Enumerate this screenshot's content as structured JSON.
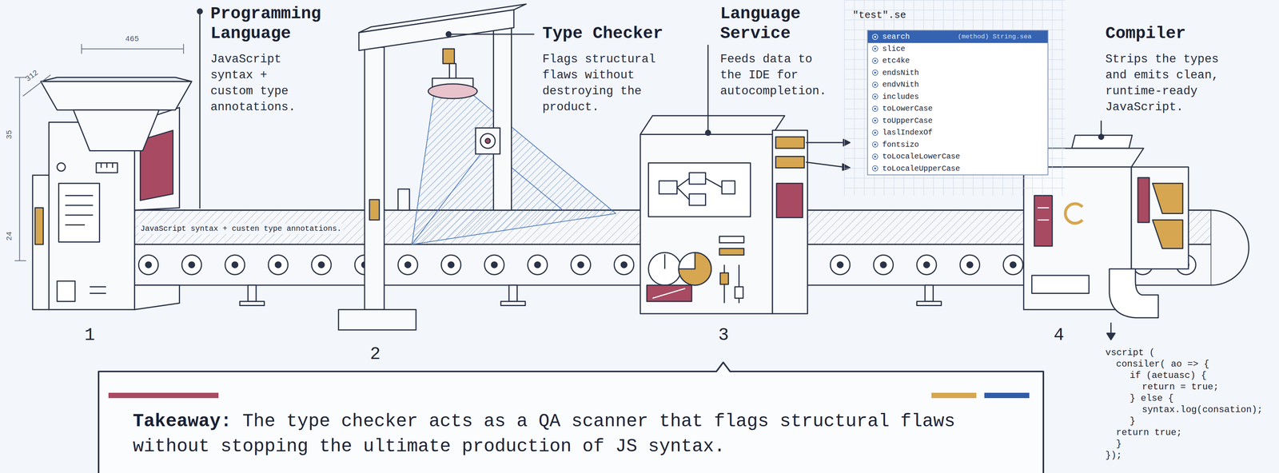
{
  "diagram": {
    "nodes": [
      {
        "text": [
          "Programming Language",
          "JavaScript syntax + custom type annotations."
        ]
      },
      {
        "text": [
          "Type Checker",
          "Flags structural flaws without destroying the product."
        ]
      },
      {
        "text": [
          "Language Service",
          "Feeds data to the IDE for autocompletion."
        ]
      },
      {
        "text": [
          "\"test\".se"
        ]
      },
      {
        "text": [
          "search",
          "(method) String.sea",
          "slice",
          "etc4ke",
          "endsNith",
          "endvNith",
          "includes",
          "toLowerCase",
          "toUpperCase",
          "laslIndexOf",
          "fontsizo",
          "toLocaleLowerCase",
          "toLocaleUpperCase"
        ],
        "in": 3
      },
      {
        "text": [
          "Compiler",
          "Strips the types and emits clean, runtime-ready JavaScript."
        ]
      },
      {
        "text": [
          "Takeaway:",
          "The type checker acts as a QA scanner that flags structural flaws without stopping the ultimate production of JS syntax."
        ]
      }
    ],
    "labels": [
      "312",
      "465",
      "35",
      "24",
      "JavaScript syntax + custen type annotations.",
      "1",
      "2",
      "3",
      "4",
      "vscript (",
      "consiler( ao => {",
      "if (aetuasc) {",
      "return = true;",
      "} else {",
      "syntax.log(consation);",
      "}",
      "return true;",
      "}",
      "});"
    ]
  }
}
